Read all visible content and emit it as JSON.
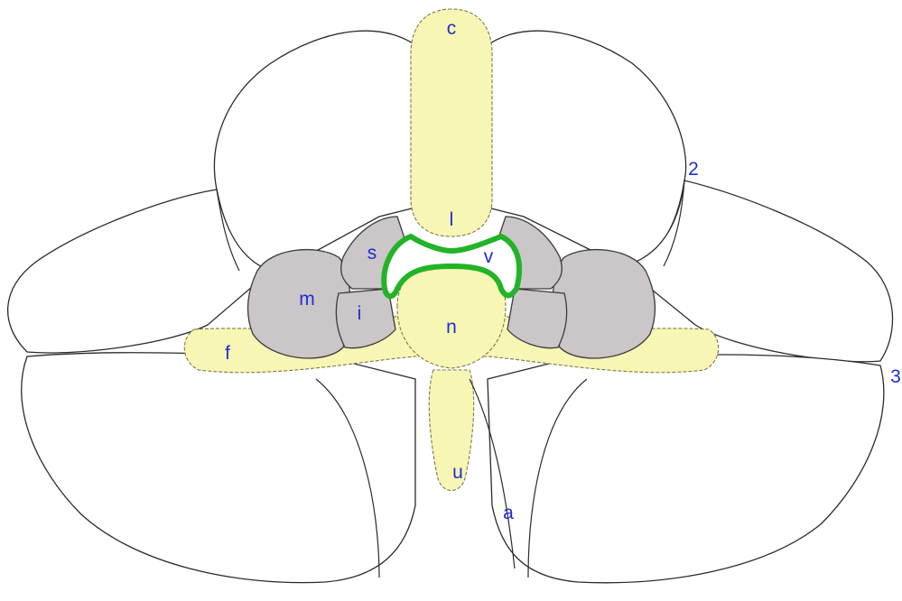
{
  "colors": {
    "background": "#ffffff",
    "outline": "#2a2a2a",
    "yellow_region": "#f8f6b4",
    "gray_region": "#cbc6c8",
    "green_highlight": "#22b327",
    "label_text": "#1f2ecf"
  },
  "labels": {
    "c": "c",
    "l": "l",
    "s": "s",
    "v": "v",
    "m": "m",
    "i": "i",
    "n": "n",
    "f": "f",
    "u": "u",
    "a": "a",
    "two": "2",
    "three": "3"
  }
}
